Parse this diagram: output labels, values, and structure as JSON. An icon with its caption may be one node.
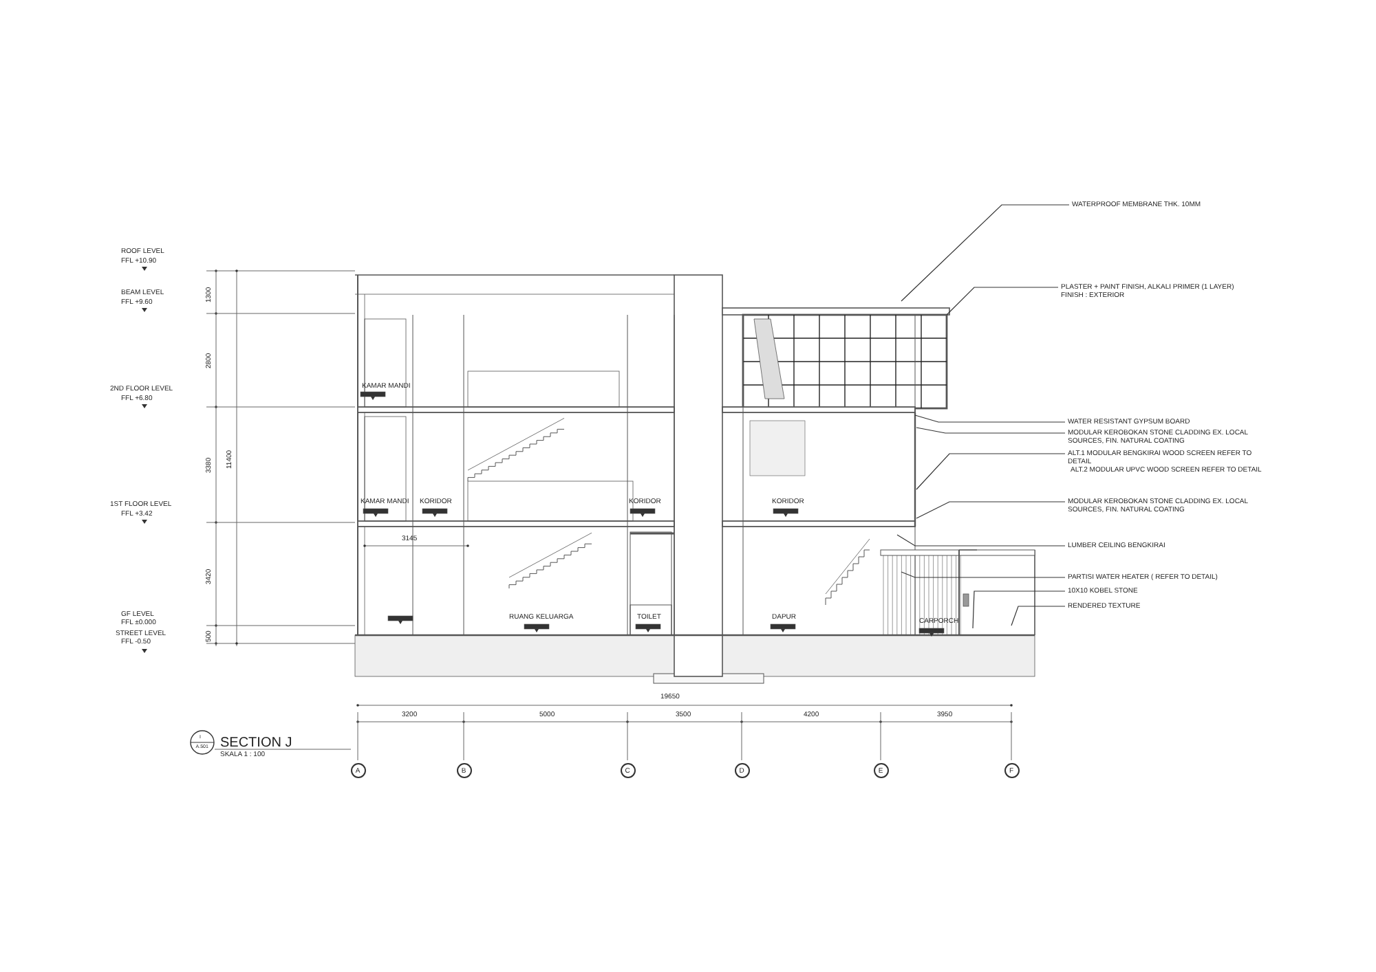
{
  "diagram": {
    "nodes": [
      {
        "text": [
          "WATERPROOF MEMBRANE THK. 10MM"
        ]
      },
      {
        "text": [
          "PLASTER + PAINT FINISH, ALKALI PRIMER  (1 LAYER) FINISH : EXTERIOR"
        ]
      },
      {
        "text": [
          "WATER RESISTANT GYPSUM BOARD"
        ]
      },
      {
        "text": [
          "MODULAR KEROBOKAN STONE CLADDING EX. LOCAL SOURCES, FIN. NATURAL COATING"
        ]
      },
      {
        "text": [
          "ALT.1 MODULAR BENGKIRAI WOOD SCREEN REFER TO DETAIL",
          "ALT.2 MODULAR UPVC WOOD SCREEN REFER TO DETAIL"
        ]
      },
      {
        "text": [
          "MODULAR KEROBOKAN STONE CLADDING EX. LOCAL SOURCES, FIN. NATURAL COATING"
        ]
      },
      {
        "text": [
          "LUMBER CEILING BENGKIRAI"
        ]
      },
      {
        "text": [
          "PARTISI WATER HEATER ( REFER TO DETAIL)"
        ]
      },
      {
        "text": [
          "10X10 KOBEL STONE"
        ]
      },
      {
        "text": [
          "RENDERED TEXTURE"
        ]
      }
    ],
    "edges": [
      {
        "from": 0,
        "to": null,
        "arrow": "none"
      },
      {
        "from": 1,
        "to": null,
        "arrow": "none"
      },
      {
        "from": 2,
        "to": null,
        "arrow": "none"
      },
      {
        "from": 3,
        "to": null,
        "arrow": "none"
      },
      {
        "from": 4,
        "to": null,
        "arrow": "none"
      },
      {
        "from": 5,
        "to": null,
        "arrow": "none"
      },
      {
        "from": 6,
        "to": null,
        "arrow": "none"
      },
      {
        "from": 7,
        "to": null,
        "arrow": "none"
      },
      {
        "from": 8,
        "to": null,
        "arrow": "none"
      },
      {
        "from": 9,
        "to": null,
        "arrow": "none"
      }
    ],
    "labels": [
      "ROOF LEVEL",
      "FFL +10.90",
      "BEAM LEVEL",
      "FFL +9.60",
      "2ND FLOOR LEVEL",
      "FFL +6.80",
      "1ST FLOOR LEVEL",
      "FFL +3.42",
      "GF LEVEL",
      "FFL ±0.000",
      "STREET LEVEL",
      "FFL -0.50",
      "1300",
      "2800",
      "3380",
      "11400",
      "3420",
      "500",
      "KAMAR MANDI",
      "KAMAR MANDI",
      "KORIDOR",
      "KORIDOR",
      "KORIDOR",
      "3145",
      "RUANG KELUARGA",
      "TOILET",
      "DAPUR",
      "CARPORCH",
      "19650",
      "3200",
      "5000",
      "3500",
      "4200",
      "3950",
      "I",
      "A.501",
      "SECTION J",
      "SKALA 1 : 100",
      "A",
      "B",
      "C",
      "D",
      "E",
      "F"
    ]
  }
}
